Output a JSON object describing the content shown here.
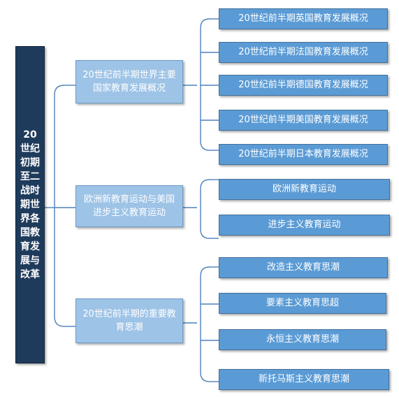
{
  "root": {
    "label": "20世纪初期至二战时期世界各国教育发展与改革"
  },
  "branches": [
    {
      "label": "20世纪前半期世界主要国家教育发展概况",
      "children": [
        "20世纪前半期英国教育发展概况",
        "20世纪前半期法国教育发展概况",
        "20世纪前半期德国教育发展概况",
        "20世纪前半期美国教育发展概况",
        "20世纪前半期日本教育发展概况"
      ]
    },
    {
      "label": "欧洲新教育运动与美国进步主义教育运动",
      "children": [
        "欧洲新教育运动",
        "进步主义教育运动"
      ]
    },
    {
      "label": "20世纪前半期的重要教育思潮",
      "children": [
        "改造主义教育思潮",
        "要素主义教育思超",
        "永恒主义教育思潮",
        "新托马斯主义教育思潮"
      ]
    }
  ],
  "colors": {
    "root_fill": "#1f3b5c",
    "branch_fill": "#9dc3e6",
    "leaf_fill": "#5b9bd5",
    "connector": "#4f81bd"
  }
}
